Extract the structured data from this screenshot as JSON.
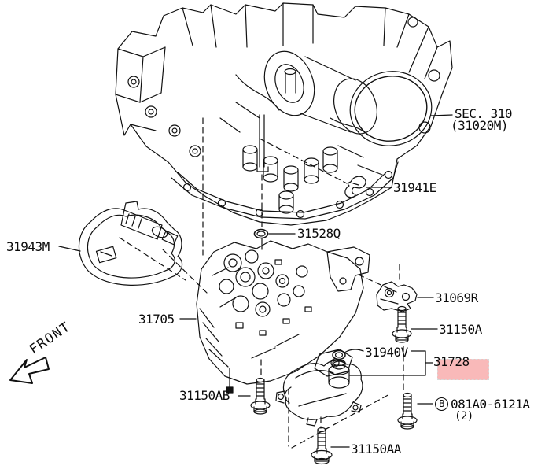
{
  "diagram": {
    "type": "parts-diagram",
    "section_ref": {
      "line1": "SEC. 310",
      "line2": "(31020M)"
    },
    "part_labels": {
      "clip": "31941E",
      "oring_top": "31528Q",
      "harness": "31943M",
      "valve_body": "31705",
      "bracket": "31069R",
      "bolt_a": "31150A",
      "sensor": "31940V",
      "pump_cover_assy": "31728",
      "bolt_b_prefix": "B",
      "bolt_b_number": "081A0-6121A",
      "bolt_b_qty": "(2)",
      "bolt_ab": "31150AB",
      "bolt_aa": "31150AA"
    },
    "front_indicator": "FRONT",
    "highlight": {
      "part": "31728",
      "color": "#f9b9b9"
    },
    "colors": {
      "line": "#111111",
      "background": "#ffffff"
    }
  }
}
